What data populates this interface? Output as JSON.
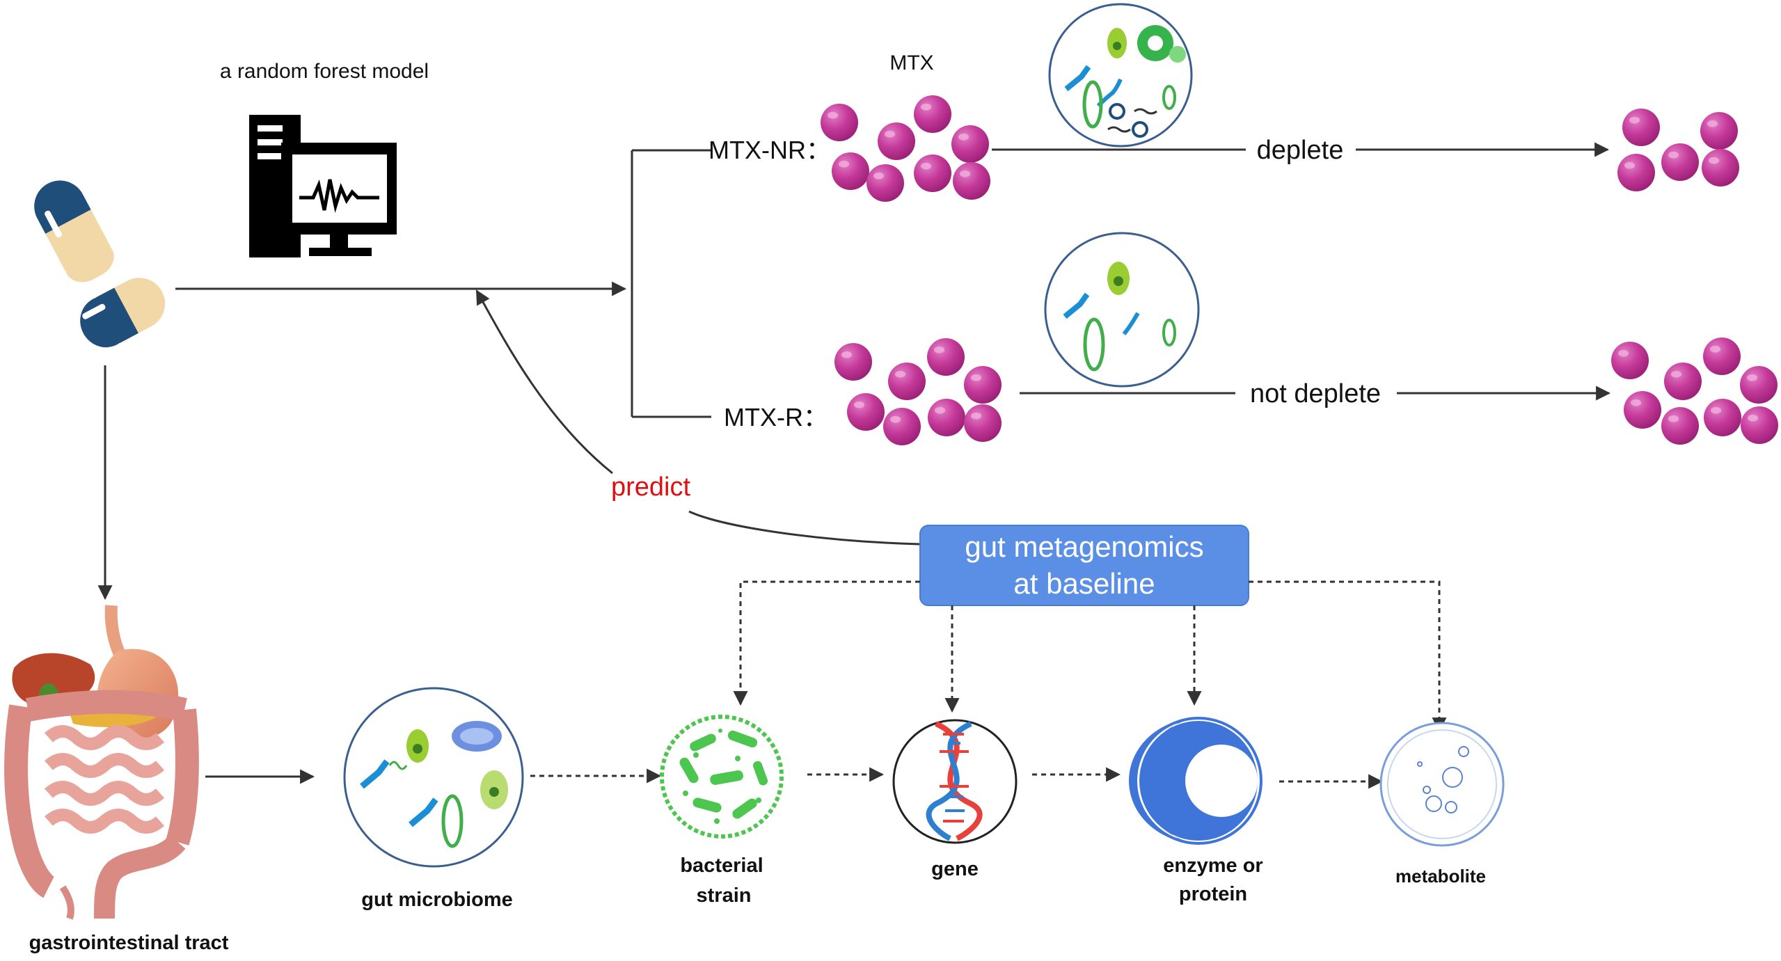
{
  "model_label": "a random forest model",
  "mtx_label": "MTX",
  "mtx_nr_label": "MTX-NR：",
  "mtx_r_label": "MTX-R：",
  "deplete_label": "deplete",
  "not_deplete_label": "not deplete",
  "predict_label": "predict",
  "metagenomics_box": {
    "line1": "gut metagenomics",
    "line2": "at baseline"
  },
  "pipeline": {
    "gi_tract": "gastrointestinal tract",
    "microbiome": "gut microbiome",
    "strain_line1": "bacterial",
    "strain_line2": "strain",
    "gene": "gene",
    "enzyme_line1": "enzyme or",
    "enzyme_line2": "protein",
    "metabolite": "metabolite"
  },
  "colors": {
    "bead": "#c53a9a",
    "box_fill": "#5b8fe6",
    "predict": "#dd1111",
    "capsule_dark": "#1f4e7a",
    "capsule_light": "#f2d7a7",
    "enzyme_blue": "#3f74d8",
    "strain_green": "#4cc64f",
    "dna_red": "#e8403a",
    "dna_blue": "#2f7fd0"
  }
}
